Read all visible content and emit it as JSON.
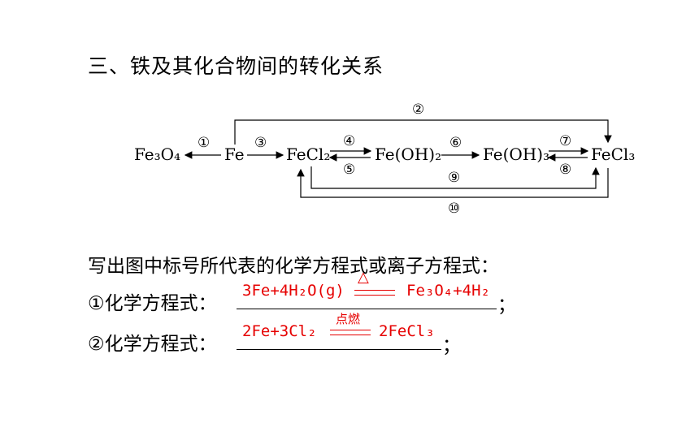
{
  "heading": "三、铁及其化合物间的转化关系",
  "diagram": {
    "species": {
      "fe3o4": "Fe₃O₄",
      "fe": "Fe",
      "fecl2": "FeCl₂",
      "feoh2": "Fe(OH)₂",
      "feoh3": "Fe(OH)₃",
      "fecl3": "FeCl₃"
    },
    "steps": [
      "①",
      "②",
      "③",
      "④",
      "⑤",
      "⑥",
      "⑦",
      "⑧",
      "⑨",
      "⑩"
    ]
  },
  "prompt": "写出图中标号所代表的化学方程式或离子方程式：",
  "lines": [
    {
      "label": "①化学方程式：",
      "reactants": "3Fe+4H₂O(g)",
      "condition": "△",
      "products": "Fe₃O₄+4H₂",
      "end": "；"
    },
    {
      "label": "②化学方程式：",
      "reactants": "2Fe+3Cl₂",
      "condition": "点燃",
      "products": "2FeCl₃",
      "end": "；"
    }
  ]
}
